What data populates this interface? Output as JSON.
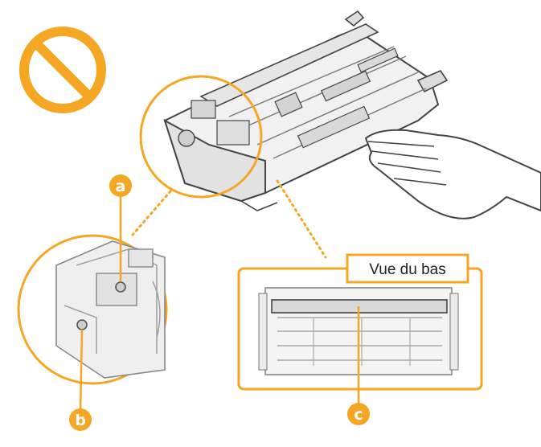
{
  "colors": {
    "accent": "#F5A623",
    "line": "#9a9a9a",
    "line_dark": "#444444",
    "fill_light": "#f1f1f1",
    "fill_mid": "#e2e2e2",
    "fill_dark": "#cfcfcf"
  },
  "icons": {
    "prohibition": "no-entry-icon",
    "hand": "hand-icon"
  },
  "callouts": {
    "a": "a",
    "b": "b",
    "c": "c"
  },
  "bottom_view_label": "Vue du bas"
}
